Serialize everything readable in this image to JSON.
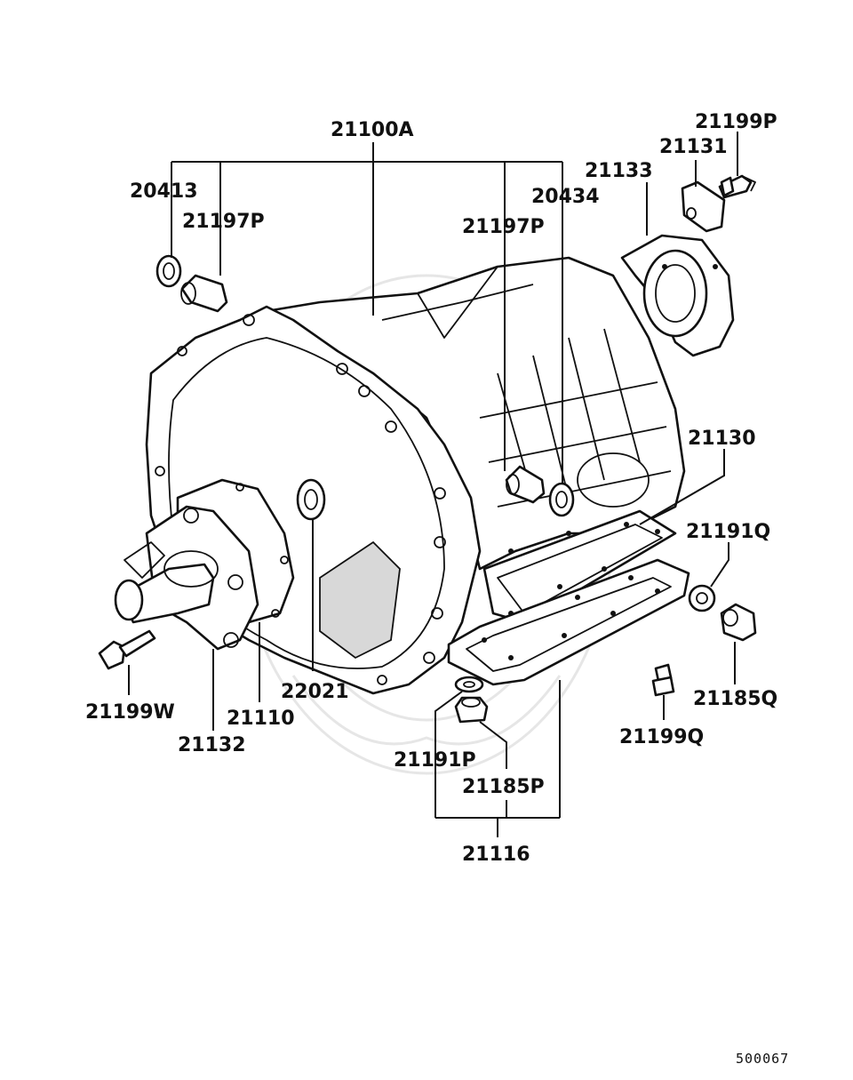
{
  "diagram": {
    "labels": {
      "l_21100A": "21100A",
      "l_21199P": "21199P",
      "l_21131": "21131",
      "l_21133": "21133",
      "l_20413": "20413",
      "l_21197P_left": "21197P",
      "l_21197P_right": "21197P",
      "l_20434": "20434",
      "l_21130": "21130",
      "l_21191Q": "21191Q",
      "l_21185Q": "21185Q",
      "l_21199Q": "21199Q",
      "l_22021": "22021",
      "l_21199W": "21199W",
      "l_21110": "21110",
      "l_21132": "21132",
      "l_21191P": "21191P",
      "l_21185P": "21185P",
      "l_21116": "21116"
    },
    "diagram_id": "500067"
  }
}
